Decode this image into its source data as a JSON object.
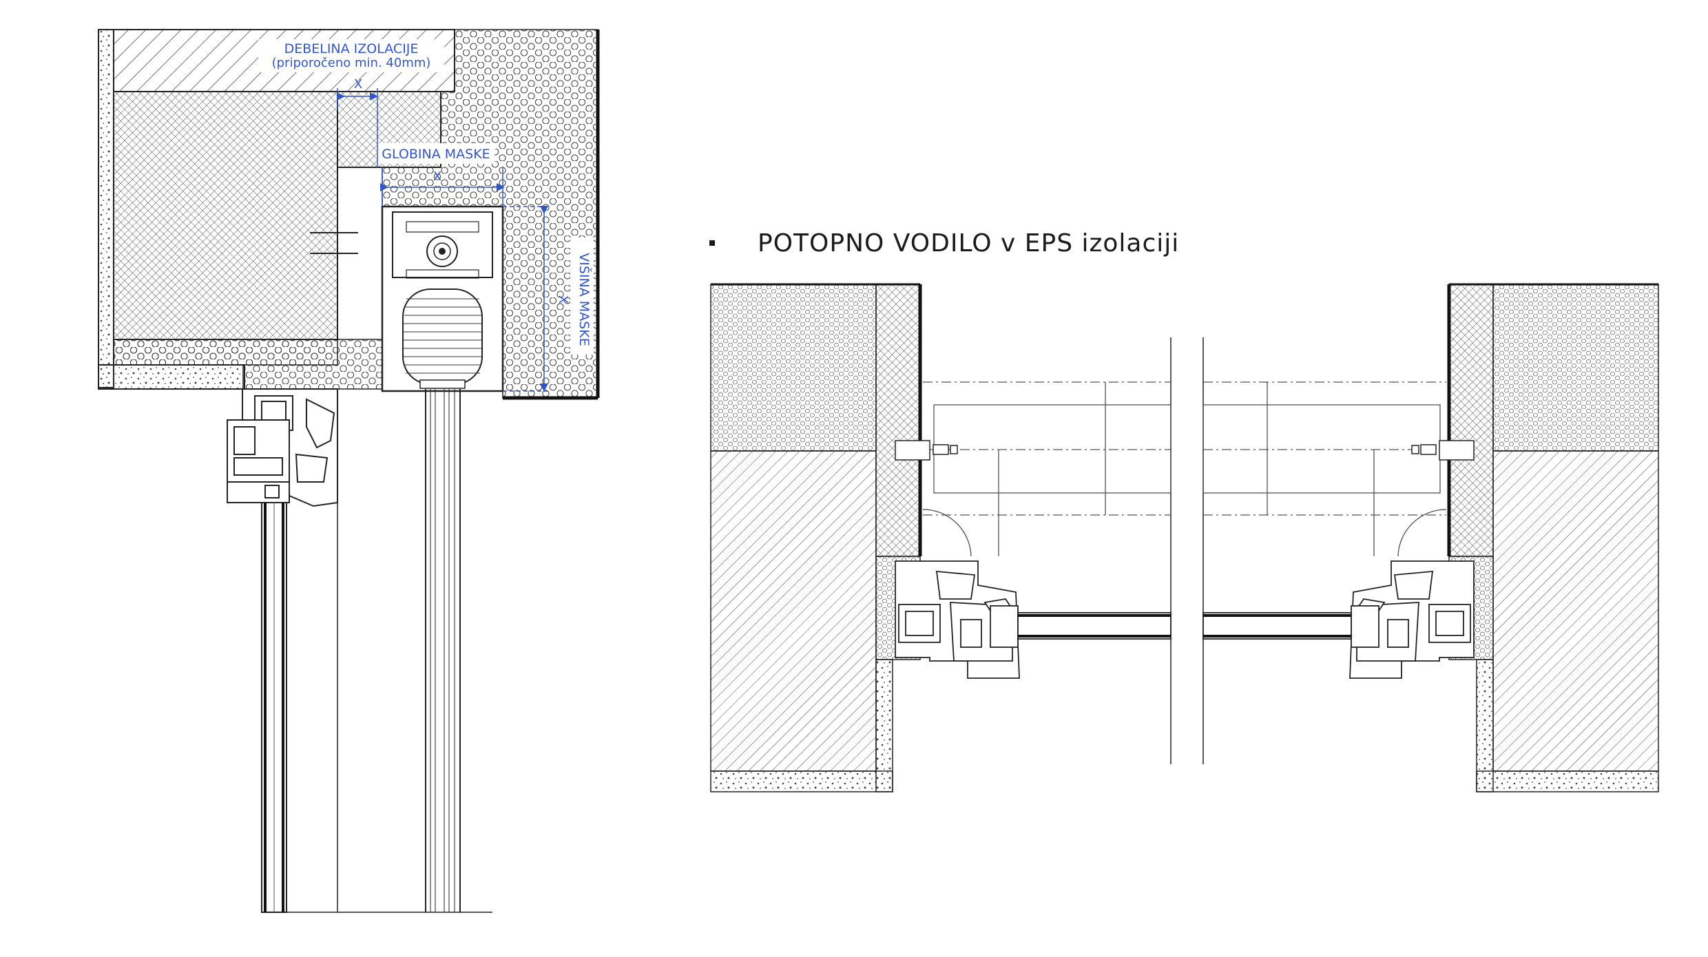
{
  "section_detail": {
    "insulation_thickness_title": "DEBELINA IZOLACIJE",
    "insulation_thickness_note": "(priporočeno min. 40mm)",
    "dim_x_1": "X",
    "mask_depth_label": "GLOBINA MASKE",
    "dim_x_2": "X",
    "mask_height_label": "VIŠINA MASKE",
    "dim_x_3": "X"
  },
  "plan_detail": {
    "heading": "POTOPNO VODILO v EPS izolaciji"
  },
  "colors": {
    "line": "#2a2a2a",
    "dimension_blue": "#3355cc",
    "background": "#ffffff"
  }
}
